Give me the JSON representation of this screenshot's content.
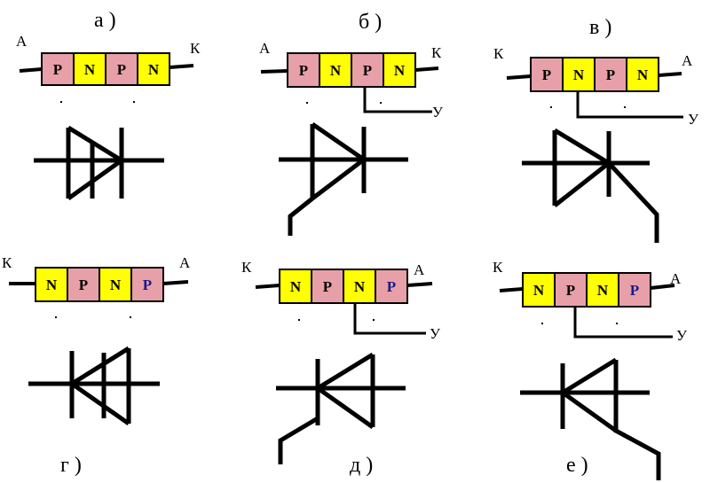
{
  "colors": {
    "p_fill": "#e8a0a8",
    "n_fill": "#ffff00",
    "line": "#000000",
    "blue_letter": "#1a1a8c"
  },
  "panels": [
    {
      "caption": "а )",
      "left_term": "А",
      "right_term": "К",
      "gate_term": "",
      "cells": [
        "P",
        "N",
        "P",
        "N"
      ]
    },
    {
      "caption": "б )",
      "left_term": "А",
      "right_term": "К",
      "gate_term": "У",
      "cells": [
        "P",
        "N",
        "P",
        "N"
      ]
    },
    {
      "caption": "в )",
      "left_term": "К",
      "right_term": "А",
      "gate_term": "У",
      "cells": [
        "P",
        "N",
        "P",
        "N"
      ]
    },
    {
      "caption": "г )",
      "left_term": "К",
      "right_term": "А",
      "gate_term": "",
      "cells": [
        "N",
        "P",
        "N",
        "P"
      ]
    },
    {
      "caption": "д )",
      "left_term": "К",
      "right_term": "А",
      "gate_term": "У",
      "cells": [
        "N",
        "P",
        "N",
        "P"
      ]
    },
    {
      "caption": "е )",
      "left_term": "К",
      "right_term": "А",
      "gate_term": "У",
      "cells": [
        "N",
        "P",
        "N",
        "P"
      ]
    }
  ]
}
